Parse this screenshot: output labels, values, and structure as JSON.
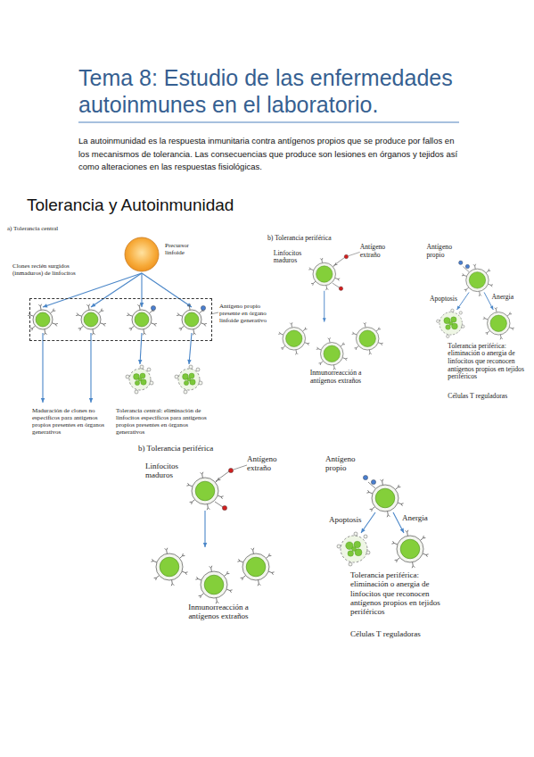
{
  "diagram": {
    "title": "Tema 8: Estudio de las enfermedades autoinmunes en el laboratorio.",
    "nodes": [
      {
        "text": [
          "Precursor linfoide"
        ]
      },
      {
        "text": [
          "Antígeno propio presente en órgano linfoide generativo"
        ]
      }
    ],
    "labels": [
      "La autoinmunidad es la respuesta inmunitaria contra antígenos propios que se produce por fallos en los mecanismos de tolerancia. Las consecuencias que produce son lesiones en órganos y tejidos así como alteraciones en las respuestas fisiológicas.",
      "Tolerancia y Autoinmunidad",
      "a) Tolerancia central",
      "Clones recién surgidos (inmaduros) de linfocitos",
      "Maduración de clones no específicos para antígenos propios presentes en órganos generativos",
      "Tolerancia central: eliminación de linfocitos específicos para antígenos propios presentes en órganos generativos",
      "b) Tolerancia periférica",
      "Linfocitos maduros",
      "Antígeno extraño",
      "Inmunorreacción a antígenos extraños",
      "Antígeno propio",
      "Apoptosis",
      "Anergia",
      "Tolerancia periférica: eliminación o anergia de linfocitos que reconocen antígenos propios en tejidos periféricos",
      "Células T reguladoras",
      "b) Tolerancia periférica",
      "Linfocitos maduros",
      "Antígeno extraño",
      "Inmunorreacción a antígenos extraños",
      "Antígeno propio",
      "Apoptosis",
      "Anergia",
      "Tolerancia periférica: eliminación o anergia de linfocitos que reconocen antígenos propios en tejidos periféricos",
      "Células T reguladoras"
    ]
  }
}
